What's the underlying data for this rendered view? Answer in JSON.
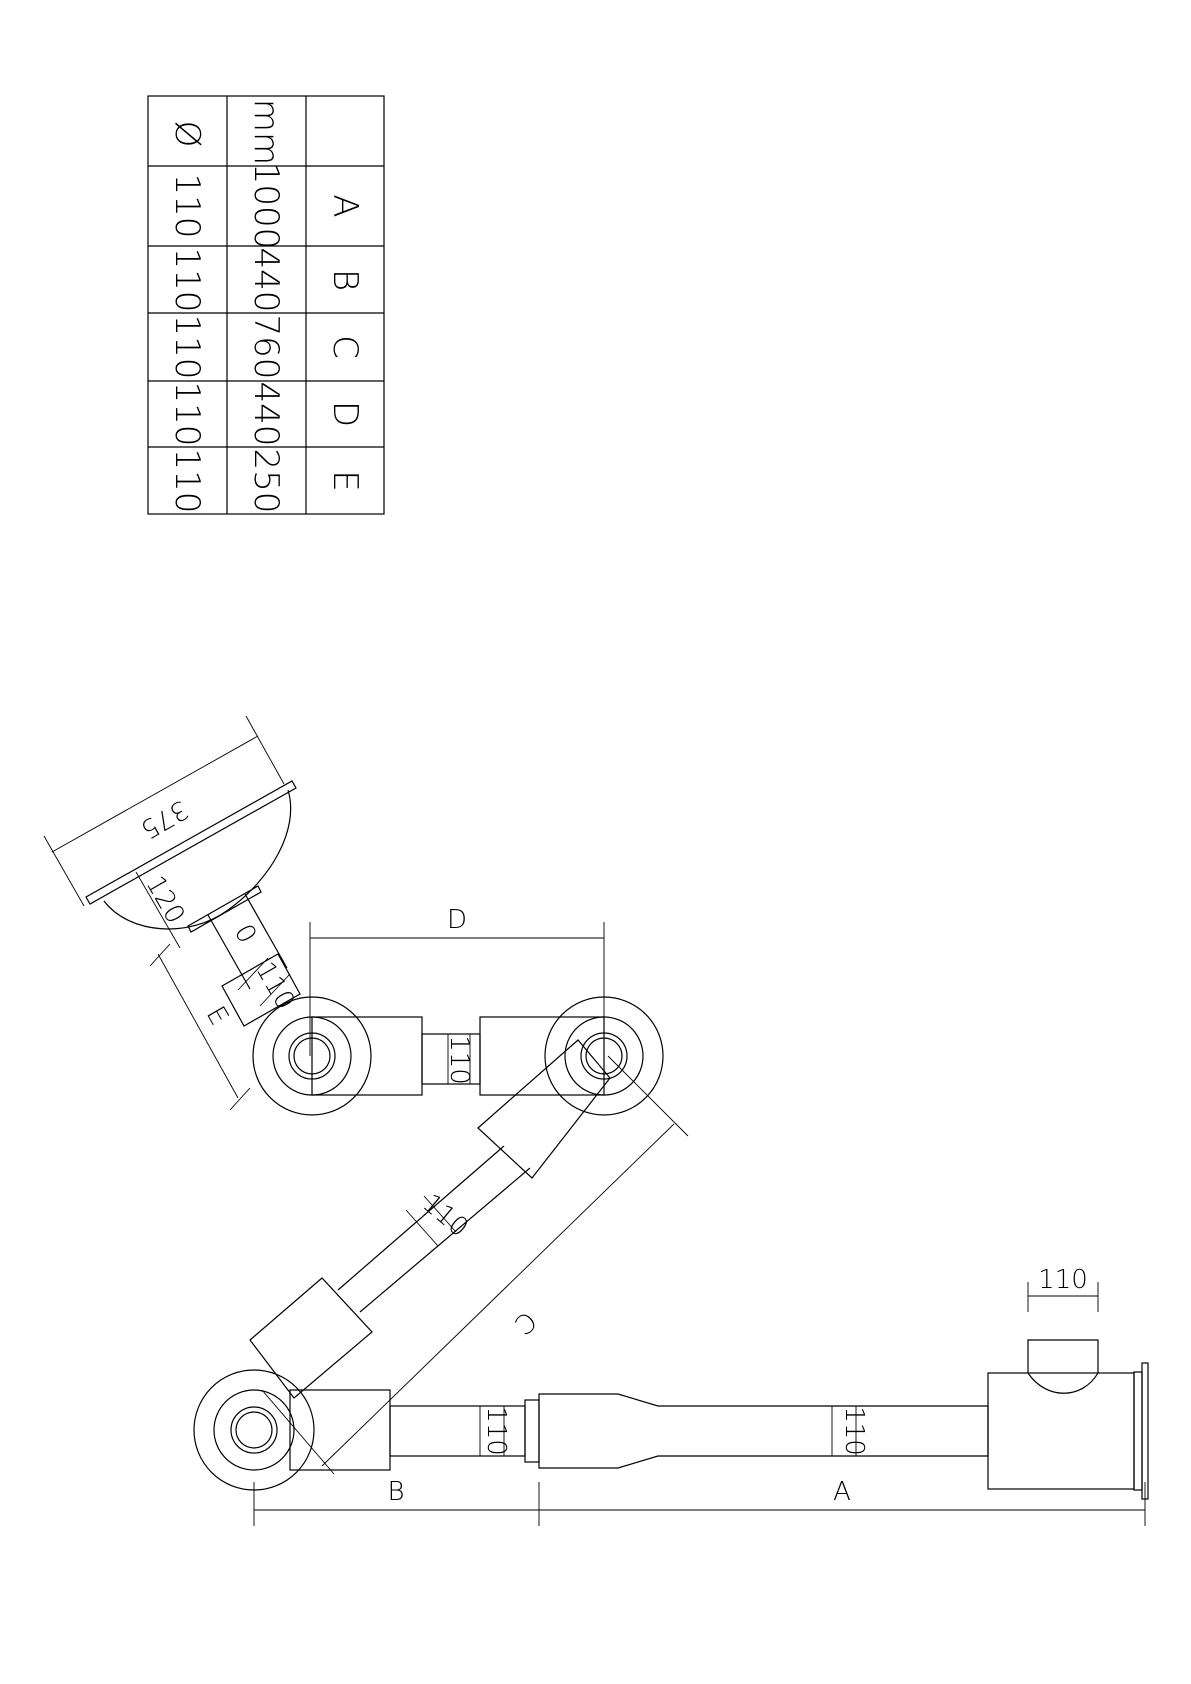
{
  "table": {
    "header": {
      "diameter_symbol": "Ø",
      "unit": "mm",
      "corner": ""
    },
    "rows": [
      {
        "label": "A",
        "length": "1000",
        "diameter": "110"
      },
      {
        "label": "B",
        "length": "440",
        "diameter": "110"
      },
      {
        "label": "C",
        "length": "760",
        "diameter": "110"
      },
      {
        "label": "D",
        "length": "440",
        "diameter": "110"
      },
      {
        "label": "E",
        "length": "250",
        "diameter": "110"
      }
    ]
  },
  "dimensions": {
    "A": "A",
    "B": "B",
    "C": "C",
    "D": "D",
    "E": "E",
    "hood_width": "375",
    "hood_neck": "120",
    "pipe_dia_hood": "110",
    "pipe_dia_D": "110",
    "pipe_dia_C": "110",
    "pipe_dia_B": "110",
    "pipe_dia_A": "110",
    "wall_bracket_dia": "110"
  }
}
